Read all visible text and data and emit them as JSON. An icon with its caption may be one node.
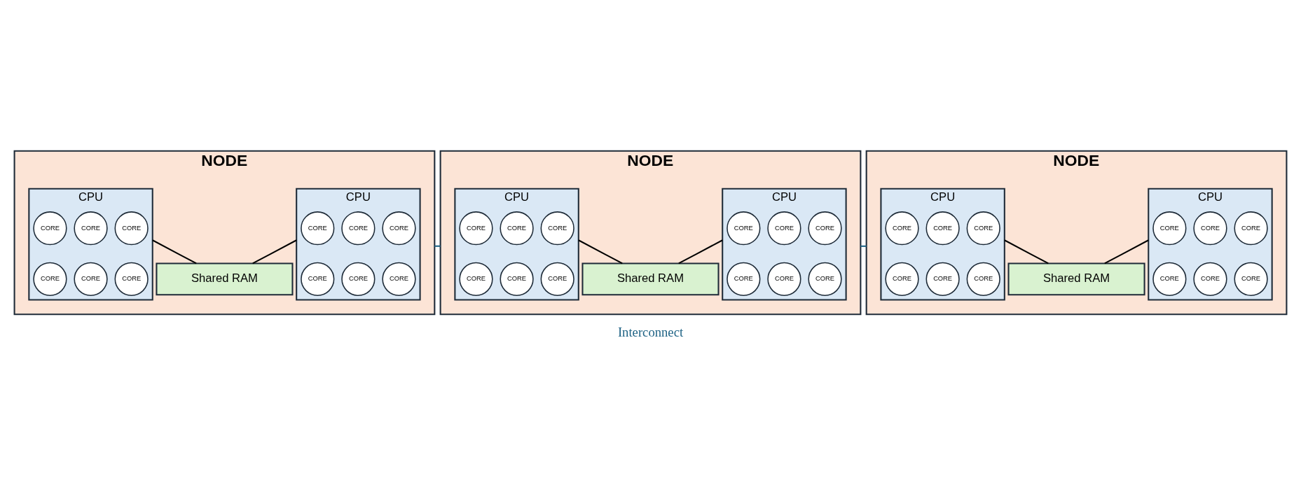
{
  "diagram": {
    "nodes": [
      {
        "text": [
          "NODE"
        ]
      },
      {
        "text": [
          "CPU"
        ],
        "in": 0
      },
      {
        "text": [
          "CORE"
        ],
        "in": 1
      },
      {
        "text": [
          "CORE"
        ],
        "in": 1
      },
      {
        "text": [
          "CORE"
        ],
        "in": 1
      },
      {
        "text": [
          "CORE"
        ],
        "in": 1
      },
      {
        "text": [
          "CORE"
        ],
        "in": 1
      },
      {
        "text": [
          "CORE"
        ],
        "in": 1
      },
      {
        "text": [
          "CPU"
        ],
        "in": 0
      },
      {
        "text": [
          "CORE"
        ],
        "in": 8
      },
      {
        "text": [
          "CORE"
        ],
        "in": 8
      },
      {
        "text": [
          "CORE"
        ],
        "in": 8
      },
      {
        "text": [
          "CORE"
        ],
        "in": 8
      },
      {
        "text": [
          "CORE"
        ],
        "in": 8
      },
      {
        "text": [
          "CORE"
        ],
        "in": 8
      },
      {
        "text": [
          "Shared RAM"
        ],
        "in": 0
      },
      {
        "text": [
          "NODE"
        ]
      },
      {
        "text": [
          "CPU"
        ],
        "in": 16
      },
      {
        "text": [
          "CORE"
        ],
        "in": 17
      },
      {
        "text": [
          "CORE"
        ],
        "in": 17
      },
      {
        "text": [
          "CORE"
        ],
        "in": 17
      },
      {
        "text": [
          "CORE"
        ],
        "in": 17
      },
      {
        "text": [
          "CORE"
        ],
        "in": 17
      },
      {
        "text": [
          "CORE"
        ],
        "in": 17
      },
      {
        "text": [
          "CPU"
        ],
        "in": 16
      },
      {
        "text": [
          "CORE"
        ],
        "in": 24
      },
      {
        "text": [
          "CORE"
        ],
        "in": 24
      },
      {
        "text": [
          "CORE"
        ],
        "in": 24
      },
      {
        "text": [
          "CORE"
        ],
        "in": 24
      },
      {
        "text": [
          "CORE"
        ],
        "in": 24
      },
      {
        "text": [
          "CORE"
        ],
        "in": 24
      },
      {
        "text": [
          "Shared RAM"
        ],
        "in": 16
      },
      {
        "text": [
          "NODE"
        ]
      },
      {
        "text": [
          "CPU"
        ],
        "in": 32
      },
      {
        "text": [
          "CORE"
        ],
        "in": 33
      },
      {
        "text": [
          "CORE"
        ],
        "in": 33
      },
      {
        "text": [
          "CORE"
        ],
        "in": 33
      },
      {
        "text": [
          "CORE"
        ],
        "in": 33
      },
      {
        "text": [
          "CORE"
        ],
        "in": 33
      },
      {
        "text": [
          "CORE"
        ],
        "in": 33
      },
      {
        "text": [
          "CPU"
        ],
        "in": 32
      },
      {
        "text": [
          "CORE"
        ],
        "in": 40
      },
      {
        "text": [
          "CORE"
        ],
        "in": 40
      },
      {
        "text": [
          "CORE"
        ],
        "in": 40
      },
      {
        "text": [
          "CORE"
        ],
        "in": 40
      },
      {
        "text": [
          "CORE"
        ],
        "in": 40
      },
      {
        "text": [
          "CORE"
        ],
        "in": 40
      },
      {
        "text": [
          "Shared RAM"
        ],
        "in": 32
      }
    ],
    "edges": [
      {
        "from": 1,
        "to": 15,
        "arrow": "none"
      },
      {
        "from": 8,
        "to": 15,
        "arrow": "none"
      },
      {
        "from": 17,
        "to": 31,
        "arrow": "none"
      },
      {
        "from": 24,
        "to": 31,
        "arrow": "none"
      },
      {
        "from": 33,
        "to": 47,
        "arrow": "none"
      },
      {
        "from": 40,
        "to": 47,
        "arrow": "none"
      },
      {
        "from": 0,
        "to": 16,
        "arrow": "none",
        "color": "#1f6385"
      },
      {
        "from": 16,
        "to": 32,
        "arrow": "none",
        "color": "#1f6385"
      }
    ],
    "labels": [
      "Interconnect"
    ]
  }
}
